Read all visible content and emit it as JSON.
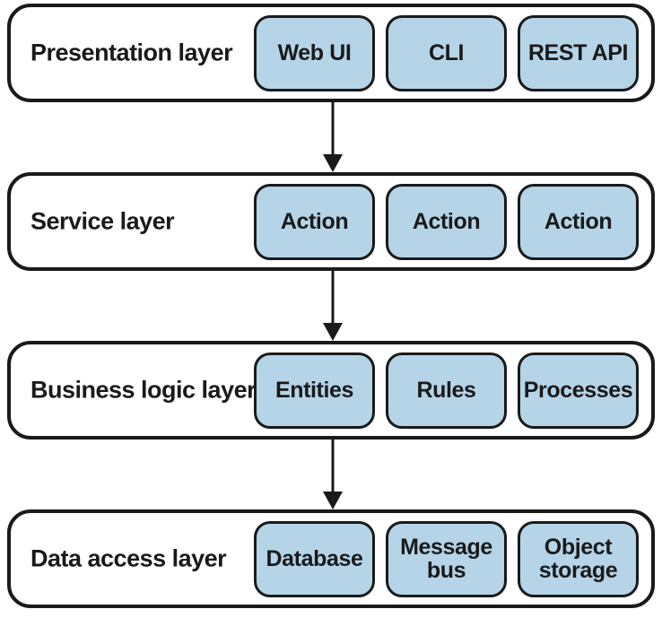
{
  "diagram": {
    "type": "layered-architecture",
    "layers": [
      {
        "label": "Presentation layer",
        "boxes": [
          "Web UI",
          "CLI",
          "REST API"
        ]
      },
      {
        "label": "Service layer",
        "boxes": [
          "Action",
          "Action",
          "Action"
        ]
      },
      {
        "label": "Business logic layer",
        "boxes": [
          "Entities",
          "Rules",
          "Processes"
        ]
      },
      {
        "label": "Data access layer",
        "boxes": [
          "Database",
          "Message bus",
          "Object storage"
        ]
      }
    ],
    "arrows": [
      {
        "from": "Presentation layer",
        "to": "Service layer",
        "direction": "down"
      },
      {
        "from": "Service layer",
        "to": "Business logic layer",
        "direction": "down"
      },
      {
        "from": "Business logic layer",
        "to": "Data access layer",
        "direction": "down"
      }
    ],
    "colors": {
      "box_fill": "#b5d4e8",
      "outline": "#1a1a1a",
      "background": "#ffffff",
      "text": "#1a1a1a"
    }
  }
}
